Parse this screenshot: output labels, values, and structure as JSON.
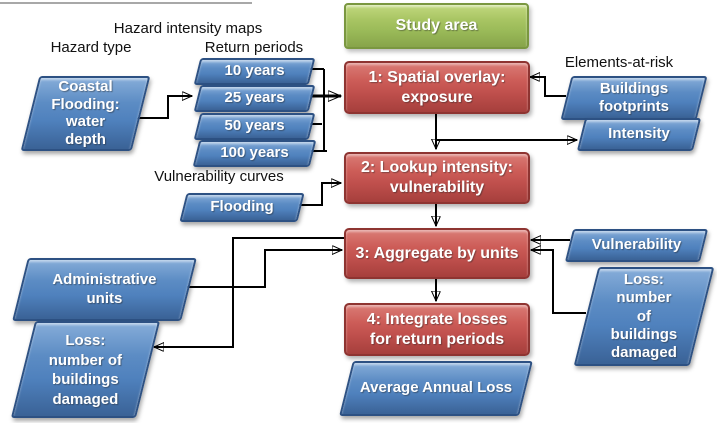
{
  "diagram": {
    "labels": {
      "hazard_intensity_maps": "Hazard intensity maps",
      "hazard_type": "Hazard type",
      "return_periods": "Return periods",
      "vulnerability_curves": "Vulnerability curves",
      "elements_at_risk": "Elements-at-risk"
    },
    "nodes": {
      "study_area": {
        "label": "Study area",
        "shape": "rounded-rect",
        "color": "#9bbb59"
      },
      "coastal_flooding": {
        "label": "Coastal\nFlooding:\nwater\ndepth",
        "shape": "parallelogram",
        "color": "#4f81bd"
      },
      "return_period_10": {
        "label": "10 years",
        "shape": "parallelogram",
        "color": "#4f81bd"
      },
      "return_period_25": {
        "label": "25 years",
        "shape": "parallelogram",
        "color": "#4f81bd"
      },
      "return_period_50": {
        "label": "50 years",
        "shape": "parallelogram",
        "color": "#4f81bd"
      },
      "return_period_100": {
        "label": "100 years",
        "shape": "parallelogram",
        "color": "#4f81bd"
      },
      "flooding_curve": {
        "label": "Flooding",
        "shape": "parallelogram",
        "color": "#4f81bd"
      },
      "buildings_footprints": {
        "label": "Buildings\nfootprints",
        "shape": "parallelogram",
        "color": "#4f81bd"
      },
      "intensity": {
        "label": "Intensity",
        "shape": "parallelogram",
        "color": "#4f81bd"
      },
      "step_1": {
        "label": "1: Spatial overlay:\nexposure",
        "shape": "rounded-rect",
        "color": "#c0504d"
      },
      "step_2": {
        "label": "2: Lookup intensity:\nvulnerability",
        "shape": "rounded-rect",
        "color": "#c0504d"
      },
      "step_3": {
        "label": "3: Aggregate by units",
        "shape": "rounded-rect",
        "color": "#c0504d"
      },
      "step_4": {
        "label": "4: Integrate losses\nfor return periods",
        "shape": "rounded-rect",
        "color": "#c0504d"
      },
      "vulnerability_result": {
        "label": "Vulnerability",
        "shape": "parallelogram",
        "color": "#4f81bd"
      },
      "loss_buildings_right": {
        "label": "Loss:\nnumber\nof\nbuildings\ndamaged",
        "shape": "parallelogram",
        "color": "#4f81bd"
      },
      "administrative_units": {
        "label": "Administrative\nunits",
        "shape": "parallelogram",
        "color": "#4f81bd"
      },
      "loss_buildings_left": {
        "label": "Loss:\nnumber of\nbuildings\ndamaged",
        "shape": "parallelogram",
        "color": "#4f81bd"
      },
      "average_annual_loss": {
        "label": "Average Annual Loss",
        "shape": "parallelogram",
        "color": "#4f81bd"
      }
    },
    "colors": {
      "process_red": "#c0504d",
      "data_blue": "#4f81bd",
      "study_green": "#9bbb59",
      "connector": "#000000",
      "node_text": "#ffffff",
      "label_text": "#111111"
    }
  }
}
